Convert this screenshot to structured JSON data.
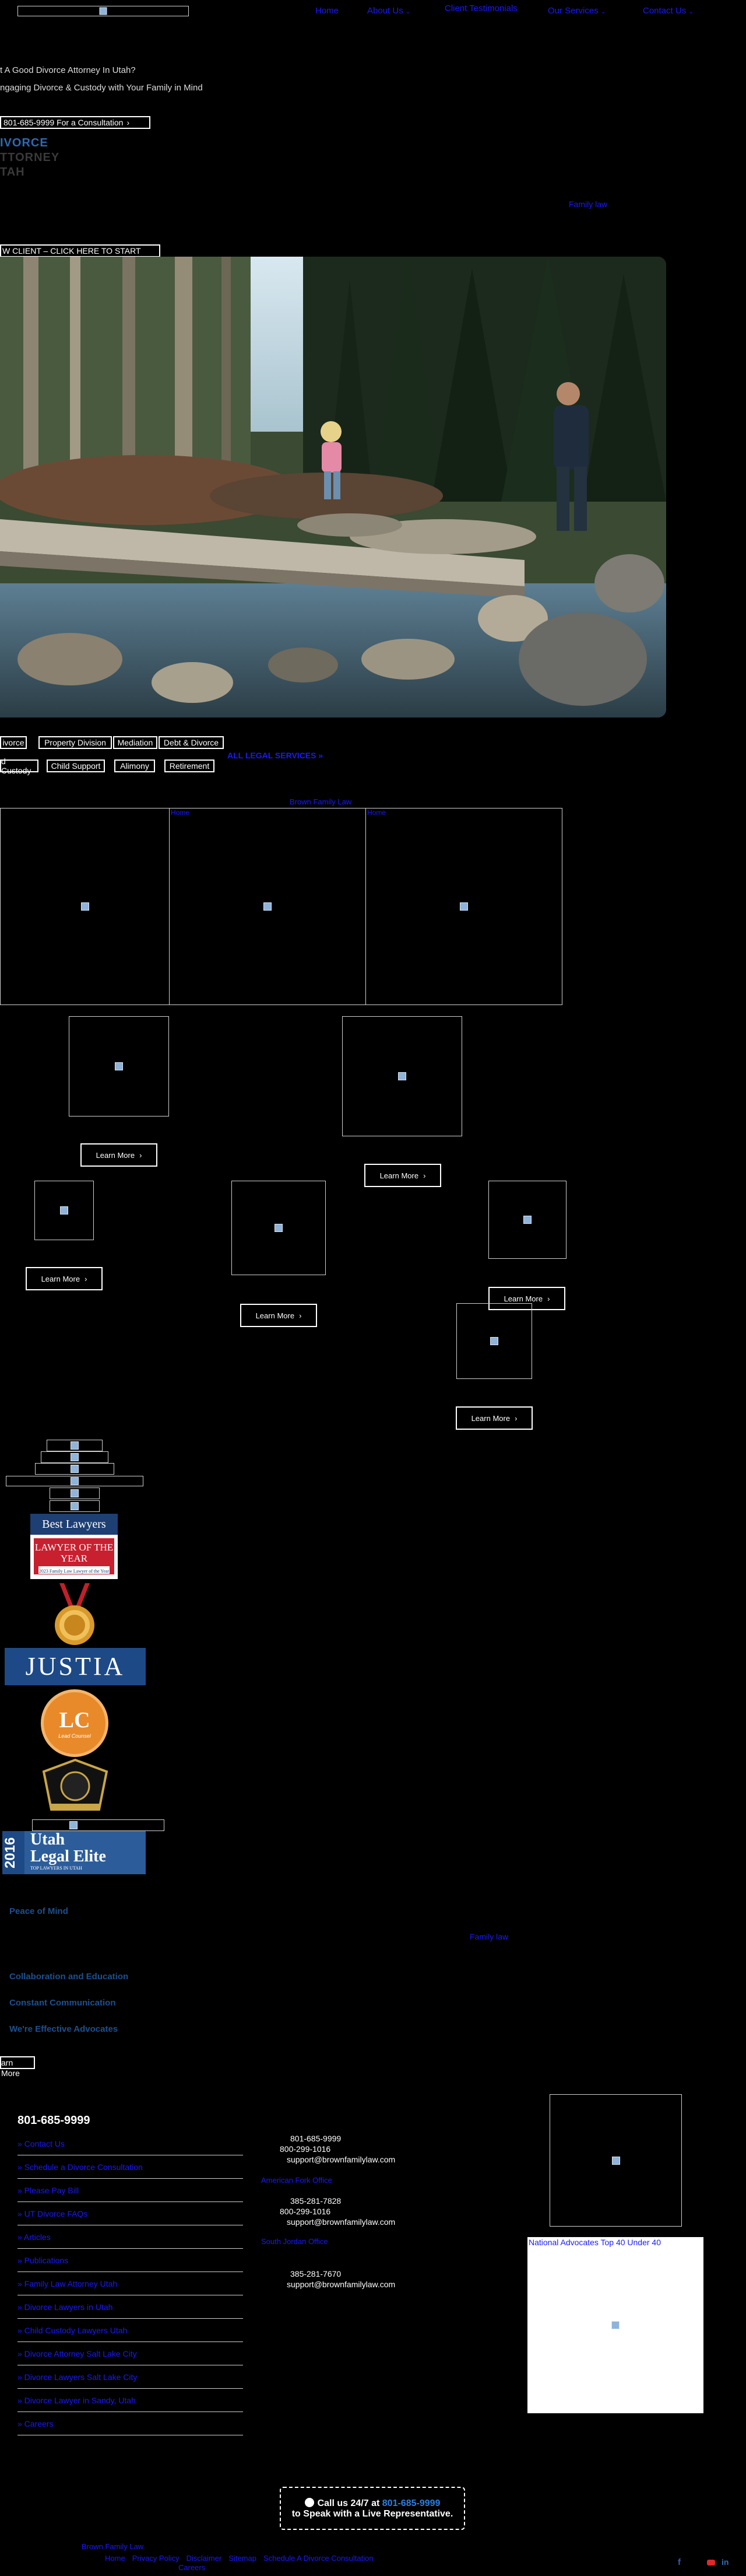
{
  "header": {
    "nav": [
      {
        "label": "Home",
        "has_dropdown": false
      },
      {
        "label": "About Us",
        "has_dropdown": true
      },
      {
        "label": "Client Testimonials",
        "has_dropdown": false
      },
      {
        "label": "Our Services",
        "has_dropdown": true
      },
      {
        "label": "Contact Us",
        "has_dropdown": true
      }
    ]
  },
  "hero": {
    "tagline_1": "t A Good Divorce Attorney In Utah?",
    "tagline_2": "ngaging Divorce & Custody with Your Family in Mind",
    "consult_label": "801-685-9999 For a Consultation",
    "brand_line_1": "IVORCE",
    "brand_line_2": "TTORNEY",
    "brand_line_3": "TAH",
    "family_law_link": "Family law",
    "start_label": "W CLIENT – CLICK HERE TO START"
  },
  "services": {
    "row1": [
      "ivorce",
      "Property Division",
      "Mediation",
      "Debt & Divorce"
    ],
    "row2": [
      "d Custody",
      "Child Support",
      "Alimony",
      "Retirement"
    ],
    "all_link": "ALL LEGAL SERVICES »"
  },
  "practice": {
    "heading": "Brown Family Law",
    "tile_links": [
      "Home",
      "Home"
    ],
    "learn_more": "Learn More"
  },
  "awards": {
    "best_lawyers_top": "Best Lawyers",
    "best_lawyers_main": "LAWYER OF THE YEAR",
    "best_lawyers_sub": "2023 Family Law Lawyer of the Year",
    "justia": "JUSTIA",
    "lc_letters": "LC",
    "lc_ring": "Lead Counsel",
    "elite_year": "2016",
    "elite_line_1": "Utah",
    "elite_line_2": "Legal Elite",
    "elite_sub": "TOP LAWYERS IN UTAH"
  },
  "values": {
    "peace": "Peace of Mind",
    "family_law_link": "Family law",
    "collab": "Collaboration and Education",
    "comm": "Constant Communication",
    "advocates": "We're Effective Advocates",
    "learn_more": "arn More"
  },
  "footer": {
    "phone": "801-685-9999",
    "links": [
      "» Contact Us",
      "» Schedule a Divorce Consultation",
      "» Please Pay Bill",
      "» UT Divorce FAQs",
      "» Articles",
      "» Publications",
      "» Family Law Attorney Utah",
      "» Divorce Lawyers in Utah",
      "» Child Custody Lawyers Utah",
      "» Divorce Attorney Salt Lake City",
      "» Divorce Lawyers Salt Lake City",
      "» Divorce Lawyer in Sandy, Utah",
      "» Careers"
    ],
    "office_1": {
      "phone_1": "801-685-9999",
      "phone_2": "800-299-1016",
      "email": "support@brownfamilylaw.com"
    },
    "office_2_label": "American Fork Office",
    "office_2": {
      "phone_1": "385-281-7828",
      "phone_2": "800-299-1016",
      "email": "support@brownfamilylaw.com"
    },
    "office_3_label": "South Jordan Office",
    "office_3": {
      "phone_1": "385-281-7670",
      "email": "support@brownfamilylaw.com"
    },
    "badge_caption": "National Advocates Top 40 Under 40",
    "cta_line_1": "Call us 24/7 at",
    "cta_phone": "801-685-9999",
    "cta_line_2": "to Speak with a Live Representative.",
    "firm_name": "Brown Family Law",
    "bottom_links": [
      "Home",
      "Privacy Policy",
      "Disclaimer",
      "Sitemap",
      "Schedule A Divorce Consultation"
    ],
    "bottom_last": "Careers"
  },
  "colors": {
    "link": "#1a1aff",
    "heading_blue": "#1e4f8f",
    "best_lawyers_red": "#c8202f",
    "justia_blue": "#1d4a86",
    "lc_orange": "#e88a2a"
  }
}
